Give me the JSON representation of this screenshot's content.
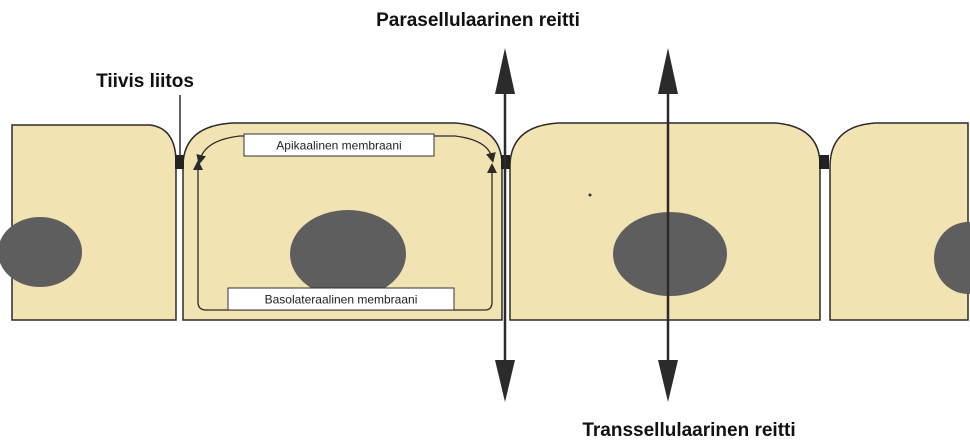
{
  "labels": {
    "paracellular": "Parasellulaarinen reitti",
    "tight_junction": "Tiivis liitos",
    "apical": "Apikaalinen membraani",
    "basolateral": "Basolateraalinen membraani",
    "transcellular": "Transsellulaarinen reitti"
  },
  "colors": {
    "cell_fill": "#f2e3b3",
    "nucleus": "#5e5e5e",
    "outline": "#2b2b2b",
    "junction": "#222222"
  }
}
